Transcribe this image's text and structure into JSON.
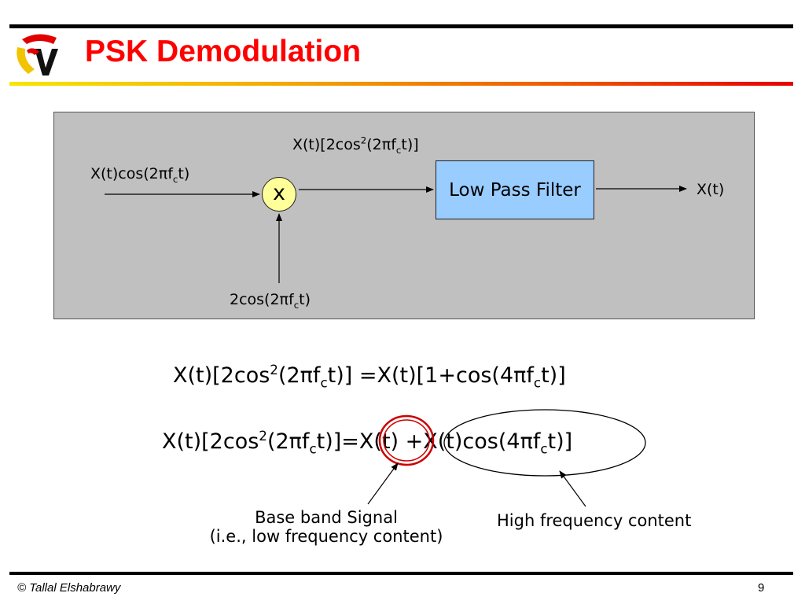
{
  "slide": {
    "title": "PSK Demodulation",
    "footer_left": "© Tallal Elshabrawy",
    "page_number": "9"
  },
  "diagram": {
    "input_label": {
      "a": "X(t)cos(2πf",
      "sub": "c",
      "b": "t)"
    },
    "mixer_symbol": "x",
    "product_label": {
      "a": "X(t)[2cos",
      "sup": "2",
      "b": "(2πf",
      "sub": "c",
      "c": "t)]"
    },
    "carrier_label": {
      "a": "2cos(2πf",
      "sub": "c",
      "b": "t)"
    },
    "filter_label": "Low Pass Filter",
    "output_label": "X(t)"
  },
  "equations": {
    "line1": {
      "a": "X(t)[2cos",
      "sup": "2",
      "b": "(2πf",
      "sub1": "c",
      "c": "t)] =X(t)[1+cos(4πf",
      "sub2": "c",
      "d": "t)]"
    },
    "line2": {
      "a": "X(t)[2cos",
      "sup": "2",
      "b": "(2πf",
      "sub1": "c",
      "c": "t)]=X(t) +X(t)cos(4πf",
      "sub2": "c",
      "d": "t)]"
    }
  },
  "annotations": {
    "baseband_line1": "Base band Signal",
    "baseband_line2": "(i.e., low frequency content)",
    "high_freq": "High frequency content"
  },
  "colors": {
    "title": "#ff0000",
    "diagram_bg": "#c0c0c0",
    "filter_fill": "#99ccff",
    "mixer_fill": "#ffff99",
    "highlight_circle": "#cc0000"
  }
}
